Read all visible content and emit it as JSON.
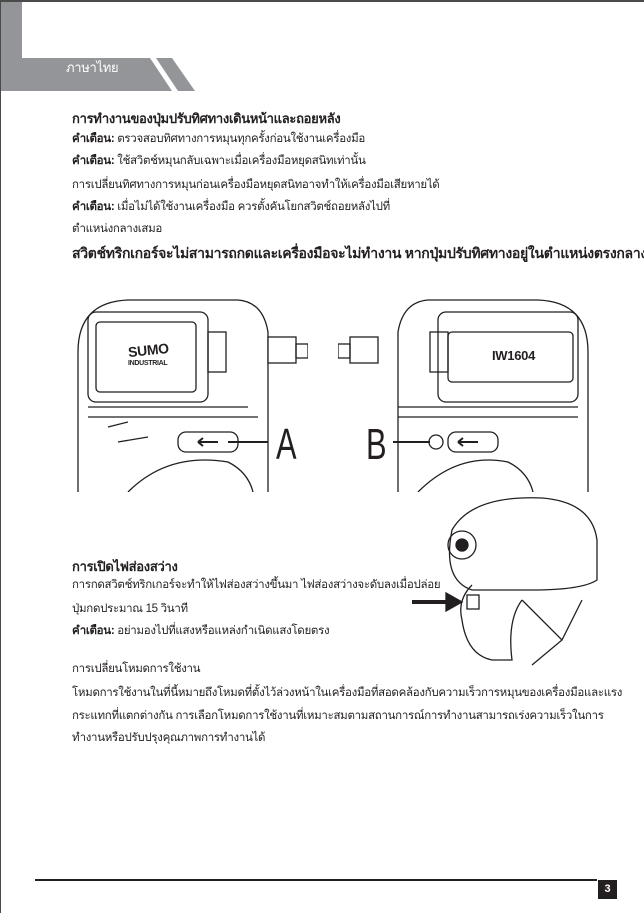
{
  "header": {
    "language_tab": "ภาษาไทย"
  },
  "section1": {
    "title": "การทำงานของปุ่มปรับทิศทางเดินหน้าและถอยหลัง",
    "warning_label": "คำเตือน:",
    "lines": [
      {
        "label": "คำเตือน:",
        "text": "ตรวจสอบทิศทางการหมุนทุกครั้งก่อนใช้งานเครื่องมือ"
      },
      {
        "label": "คำเตือน:",
        "text": "ใช้สวิตช์หมุนกลับเฉพาะเมื่อเครื่องมือหยุดสนิทเท่านั้น"
      },
      {
        "label": "",
        "text": "การเปลี่ยนทิศทางการหมุนก่อนเครื่องมือหยุดสนิทอาจทำให้เครื่องมือเสียหายได้"
      },
      {
        "label": "คำเตือน:",
        "text": "เมื่อไม่ได้ใช้งานเครื่องมือ ควรตั้งคันโยกสวิตช์ถอยหลังไปที่"
      },
      {
        "label": "",
        "text": "ตำแหน่งกลางเสมอ"
      }
    ],
    "emphasis": "สวิตช์ทริกเกอร์จะไม่สามารถกดและเครื่องมือจะไม่ทำงาน หากปุ่มปรับทิศทางอยู่ในตำแหน่งตรงกลาง"
  },
  "figure": {
    "label_a": "A",
    "label_b": "B",
    "brand": "SUMO",
    "brand_sub": "INDUSTRIAL",
    "model": "IW1604"
  },
  "section2": {
    "title": "การเปิดไฟส่องสว่าง",
    "lines": [
      {
        "label": "",
        "text": "การกดสวิตช์ทริกเกอร์จะทำให้ไฟส่องสว่างขึ้นมา ไฟส่องสว่างจะดับลงเมื่อปล่อย"
      },
      {
        "label": "",
        "text": "ปุ่มกดประมาณ 15 วินาที"
      },
      {
        "label": "คำเตือน:",
        "text": "อย่ามองไปที่แสงหรือแหล่งกำเนิดแสงโดยตรง"
      }
    ]
  },
  "section3": {
    "title": "การเปลี่ยนโหมดการใช้งาน",
    "lines": [
      "โหมดการใช้งานในที่นี้หมายถึงโหมดที่ตั้งไว้ล่วงหน้าในเครื่องมือที่สอดคล้องกับความเร็วการหมุนของเครื่องมือและแรง",
      "กระแทกที่แตกต่างกัน การเลือกโหมดการใช้งานที่เหมาะสมตามสถานการณ์การทำงานสามารถเร่งความเร็วในการ",
      "ทำงานหรือปรับปรุงคุณภาพการทำงานได้"
    ]
  },
  "footer": {
    "page_number": "3"
  },
  "colors": {
    "header_gray": "#939598",
    "text": "#231f20"
  }
}
